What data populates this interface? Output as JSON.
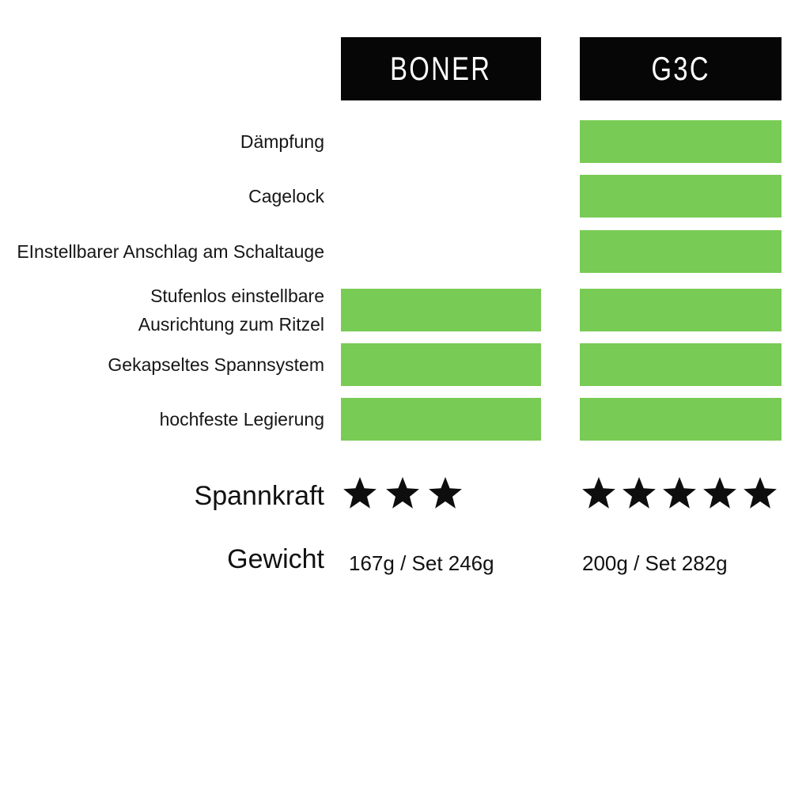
{
  "chart_data": {
    "type": "table",
    "title": "",
    "columns": [
      "BONER",
      "G3C"
    ],
    "features": [
      {
        "label": "Dämpfung",
        "BONER": false,
        "G3C": true
      },
      {
        "label": "Cagelock",
        "BONER": false,
        "G3C": true
      },
      {
        "label": "EInstellbarer Anschlag am Schaltauge",
        "BONER": false,
        "G3C": true
      },
      {
        "label": "Stufenlos einstellbare",
        "label_line2": "Ausrichtung zum Ritzel",
        "BONER": true,
        "G3C": true
      },
      {
        "label": "Gekapseltes Spannsystem",
        "BONER": true,
        "G3C": true
      },
      {
        "label": "hochfeste Legierung",
        "BONER": true,
        "G3C": true
      }
    ],
    "ratings": {
      "label": "Spannkraft",
      "BONER": 3,
      "G3C": 5,
      "max": 5
    },
    "weights": {
      "label": "Gewicht",
      "BONER": "167g / Set 246g",
      "G3C": "200g / Set 282g"
    },
    "legend_position": "none",
    "grid": false
  },
  "colors": {
    "feature_bar_green": "#78CB54",
    "header_bg": "#060606",
    "header_text": "#FFFFFF",
    "star_black": "#0E0E0E",
    "label_text": "#161616",
    "background": "#FFFFFF"
  }
}
